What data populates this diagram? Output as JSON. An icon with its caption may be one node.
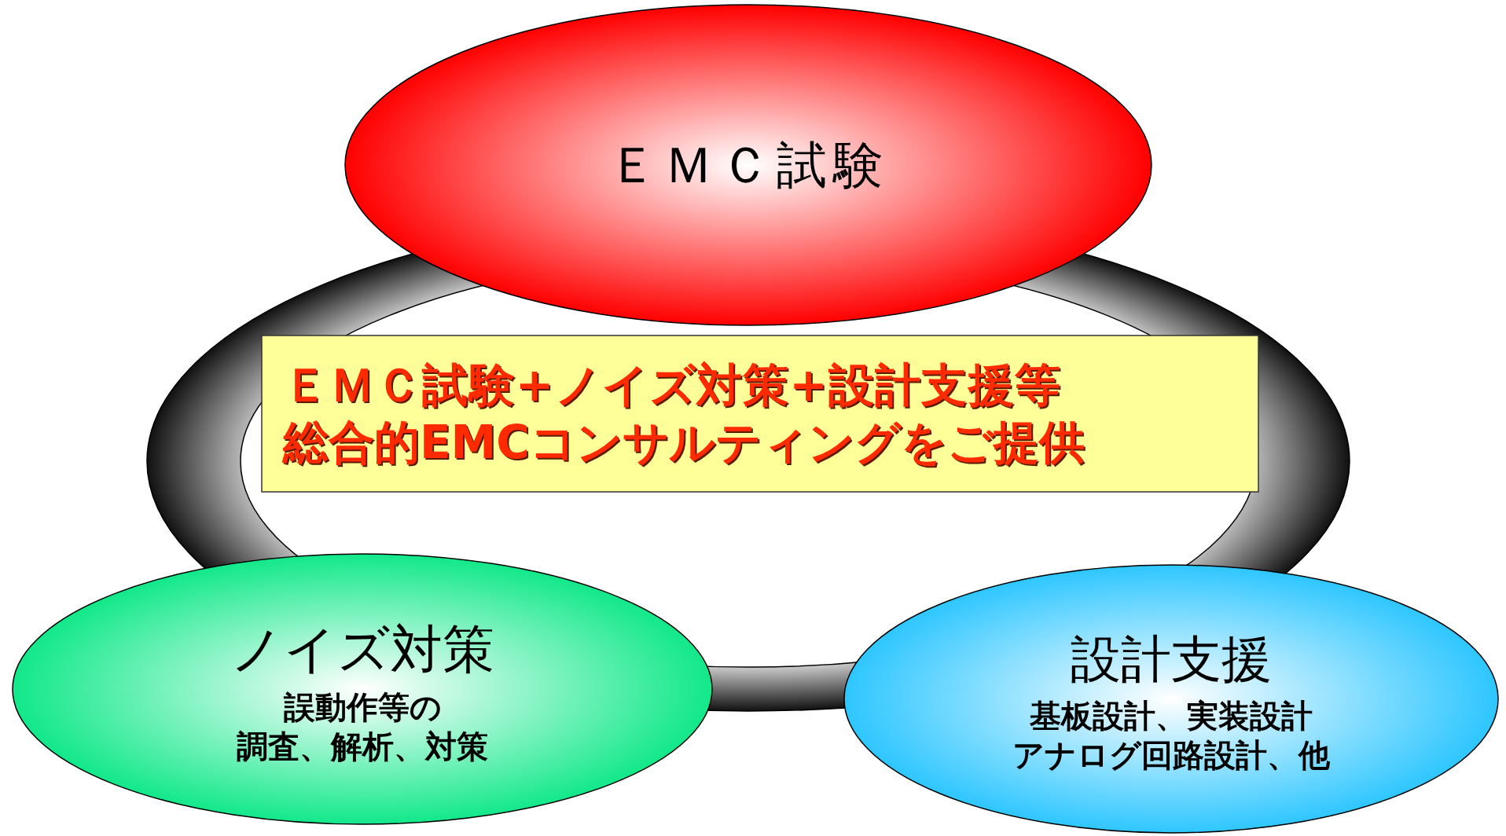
{
  "diagram": {
    "nodes": [
      {
        "text": [
          "ＥＭＣ試験"
        ]
      },
      {
        "text": [
          "ＥＭＣ試験+ノイズ対策+設計支援等",
          "総合的EMCコンサルティングをご提供"
        ]
      },
      {
        "text": [
          "ノイズ対策",
          "誤動作等の",
          "調査、解析、対策"
        ]
      },
      {
        "text": [
          "設計支援",
          "基板設計、実装設計",
          "アナログ回路設計、他"
        ]
      }
    ]
  }
}
